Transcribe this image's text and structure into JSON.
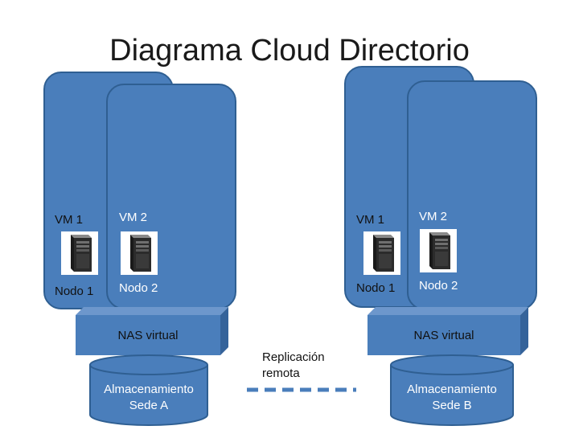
{
  "title": "Diagrama Cloud Directorio",
  "site_a": {
    "vm1_label": "VM 1",
    "vm2_label": "VM 2",
    "node1_label": "Nodo 1",
    "node2_label": "Nodo 2",
    "nas_label": "NAS virtual",
    "storage_line1": "Almacenamiento",
    "storage_line2": "Sede A"
  },
  "site_b": {
    "vm1_label": "VM 1",
    "vm2_label": "VM 2",
    "node1_label": "Nodo 1",
    "node2_label": "Nodo 2",
    "nas_label": "NAS virtual",
    "storage_line1": "Almacenamiento",
    "storage_line2": "Sede B"
  },
  "replication": {
    "line1": "Replicación",
    "line2": "remota"
  },
  "colors": {
    "box_fill": "#4a7ebb",
    "box_border": "#2f5f92",
    "nas_front": "#4a7ebb",
    "nas_top": "#6d97cc",
    "nas_side": "#35639a",
    "link_line": "#4a7ebb"
  },
  "icons": [
    "server-tower-icon"
  ]
}
